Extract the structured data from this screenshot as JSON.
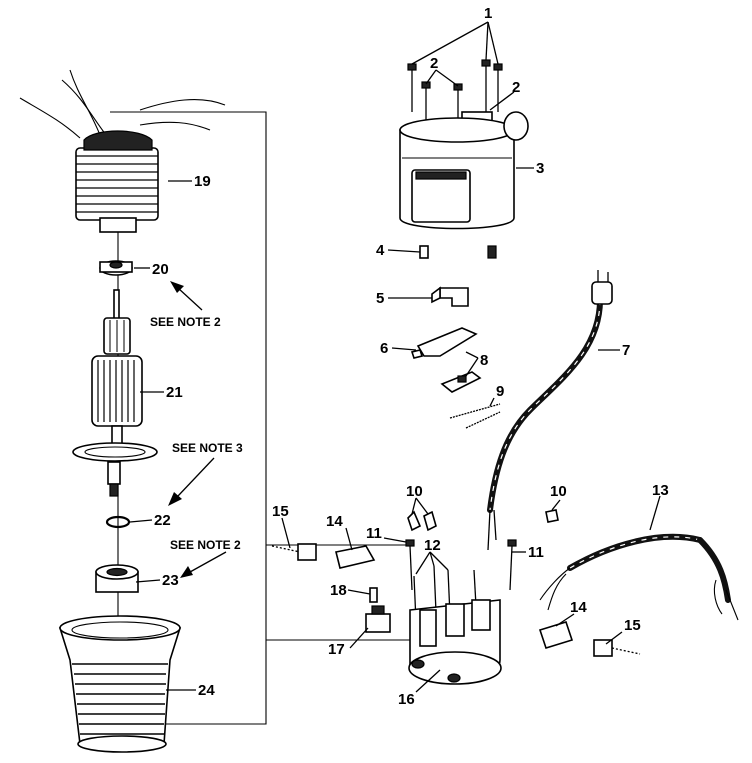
{
  "labels": {
    "p1": "1",
    "p2a": "2",
    "p2b": "2",
    "p3": "3",
    "p4": "4",
    "p5": "5",
    "p6": "6",
    "p7": "7",
    "p8": "8",
    "p9": "9",
    "p10a": "10",
    "p10b": "10",
    "p11a": "11",
    "p11b": "11",
    "p12": "12",
    "p13": "13",
    "p14a": "14",
    "p14b": "14",
    "p15a": "15",
    "p15b": "15",
    "p16": "16",
    "p17": "17",
    "p18": "18",
    "p19": "19",
    "p20": "20",
    "p21": "21",
    "p22": "22",
    "p23": "23",
    "p24": "24"
  },
  "notes": {
    "note_20": "SEE NOTE 2",
    "note_22": "SEE NOTE 3",
    "note_23": "SEE NOTE 2"
  }
}
